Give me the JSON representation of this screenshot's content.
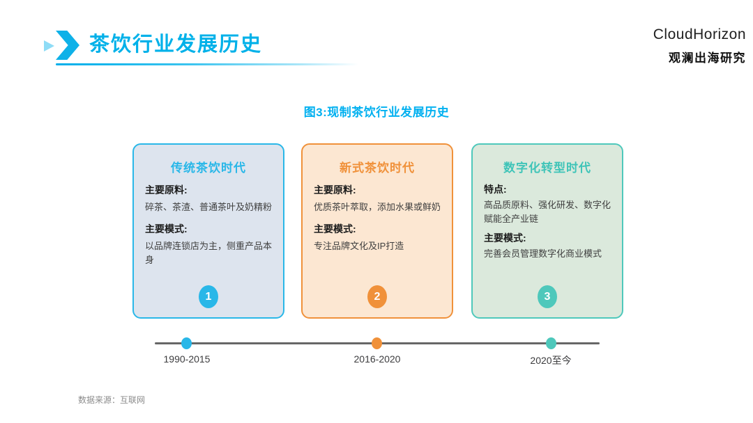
{
  "header": {
    "title": "茶饮行业发展历史",
    "brand": {
      "name": "CloudHorizon",
      "subtitle": "观澜出海研究"
    }
  },
  "figure_title": "图3:现制茶饮行业发展历史",
  "colors": {
    "cyan_accent": "#29b7e8",
    "orange_accent": "#f0913a",
    "teal_accent": "#4ec8bb",
    "card1_background": "#dde4ee",
    "card2_background": "#fce7d2",
    "card3_background": "#dbe9dc",
    "timeline_line": "#666666"
  },
  "eras": [
    {
      "badge": "1",
      "title": "传统茶饮时代",
      "period": "1990-2015",
      "accent_color": "#29b7e8",
      "sections": [
        {
          "label": "主要原料:",
          "text": "碎茶、茶渣、普通茶叶及奶精粉"
        },
        {
          "label": "主要模式:",
          "text": "以品牌连锁店为主，侧重产品本身"
        }
      ]
    },
    {
      "badge": "2",
      "title": "新式茶饮时代",
      "period": "2016-2020",
      "accent_color": "#f0913a",
      "sections": [
        {
          "label": "主要原料:",
          "text": "优质茶叶萃取，添加水果或鲜奶"
        },
        {
          "label": "主要模式:",
          "text": "专注品牌文化及IP打造"
        }
      ]
    },
    {
      "badge": "3",
      "title": "数字化转型时代",
      "period": "2020至今",
      "accent_color": "#4ec8bb",
      "sections": [
        {
          "label": "特点:",
          "text": "高品质原料、强化研发、数字化赋能全产业链"
        },
        {
          "label": "主要模式:",
          "text": "完善会员管理数字化商业模式"
        }
      ]
    }
  ],
  "footer": {
    "source": "数据来源：互联网"
  }
}
